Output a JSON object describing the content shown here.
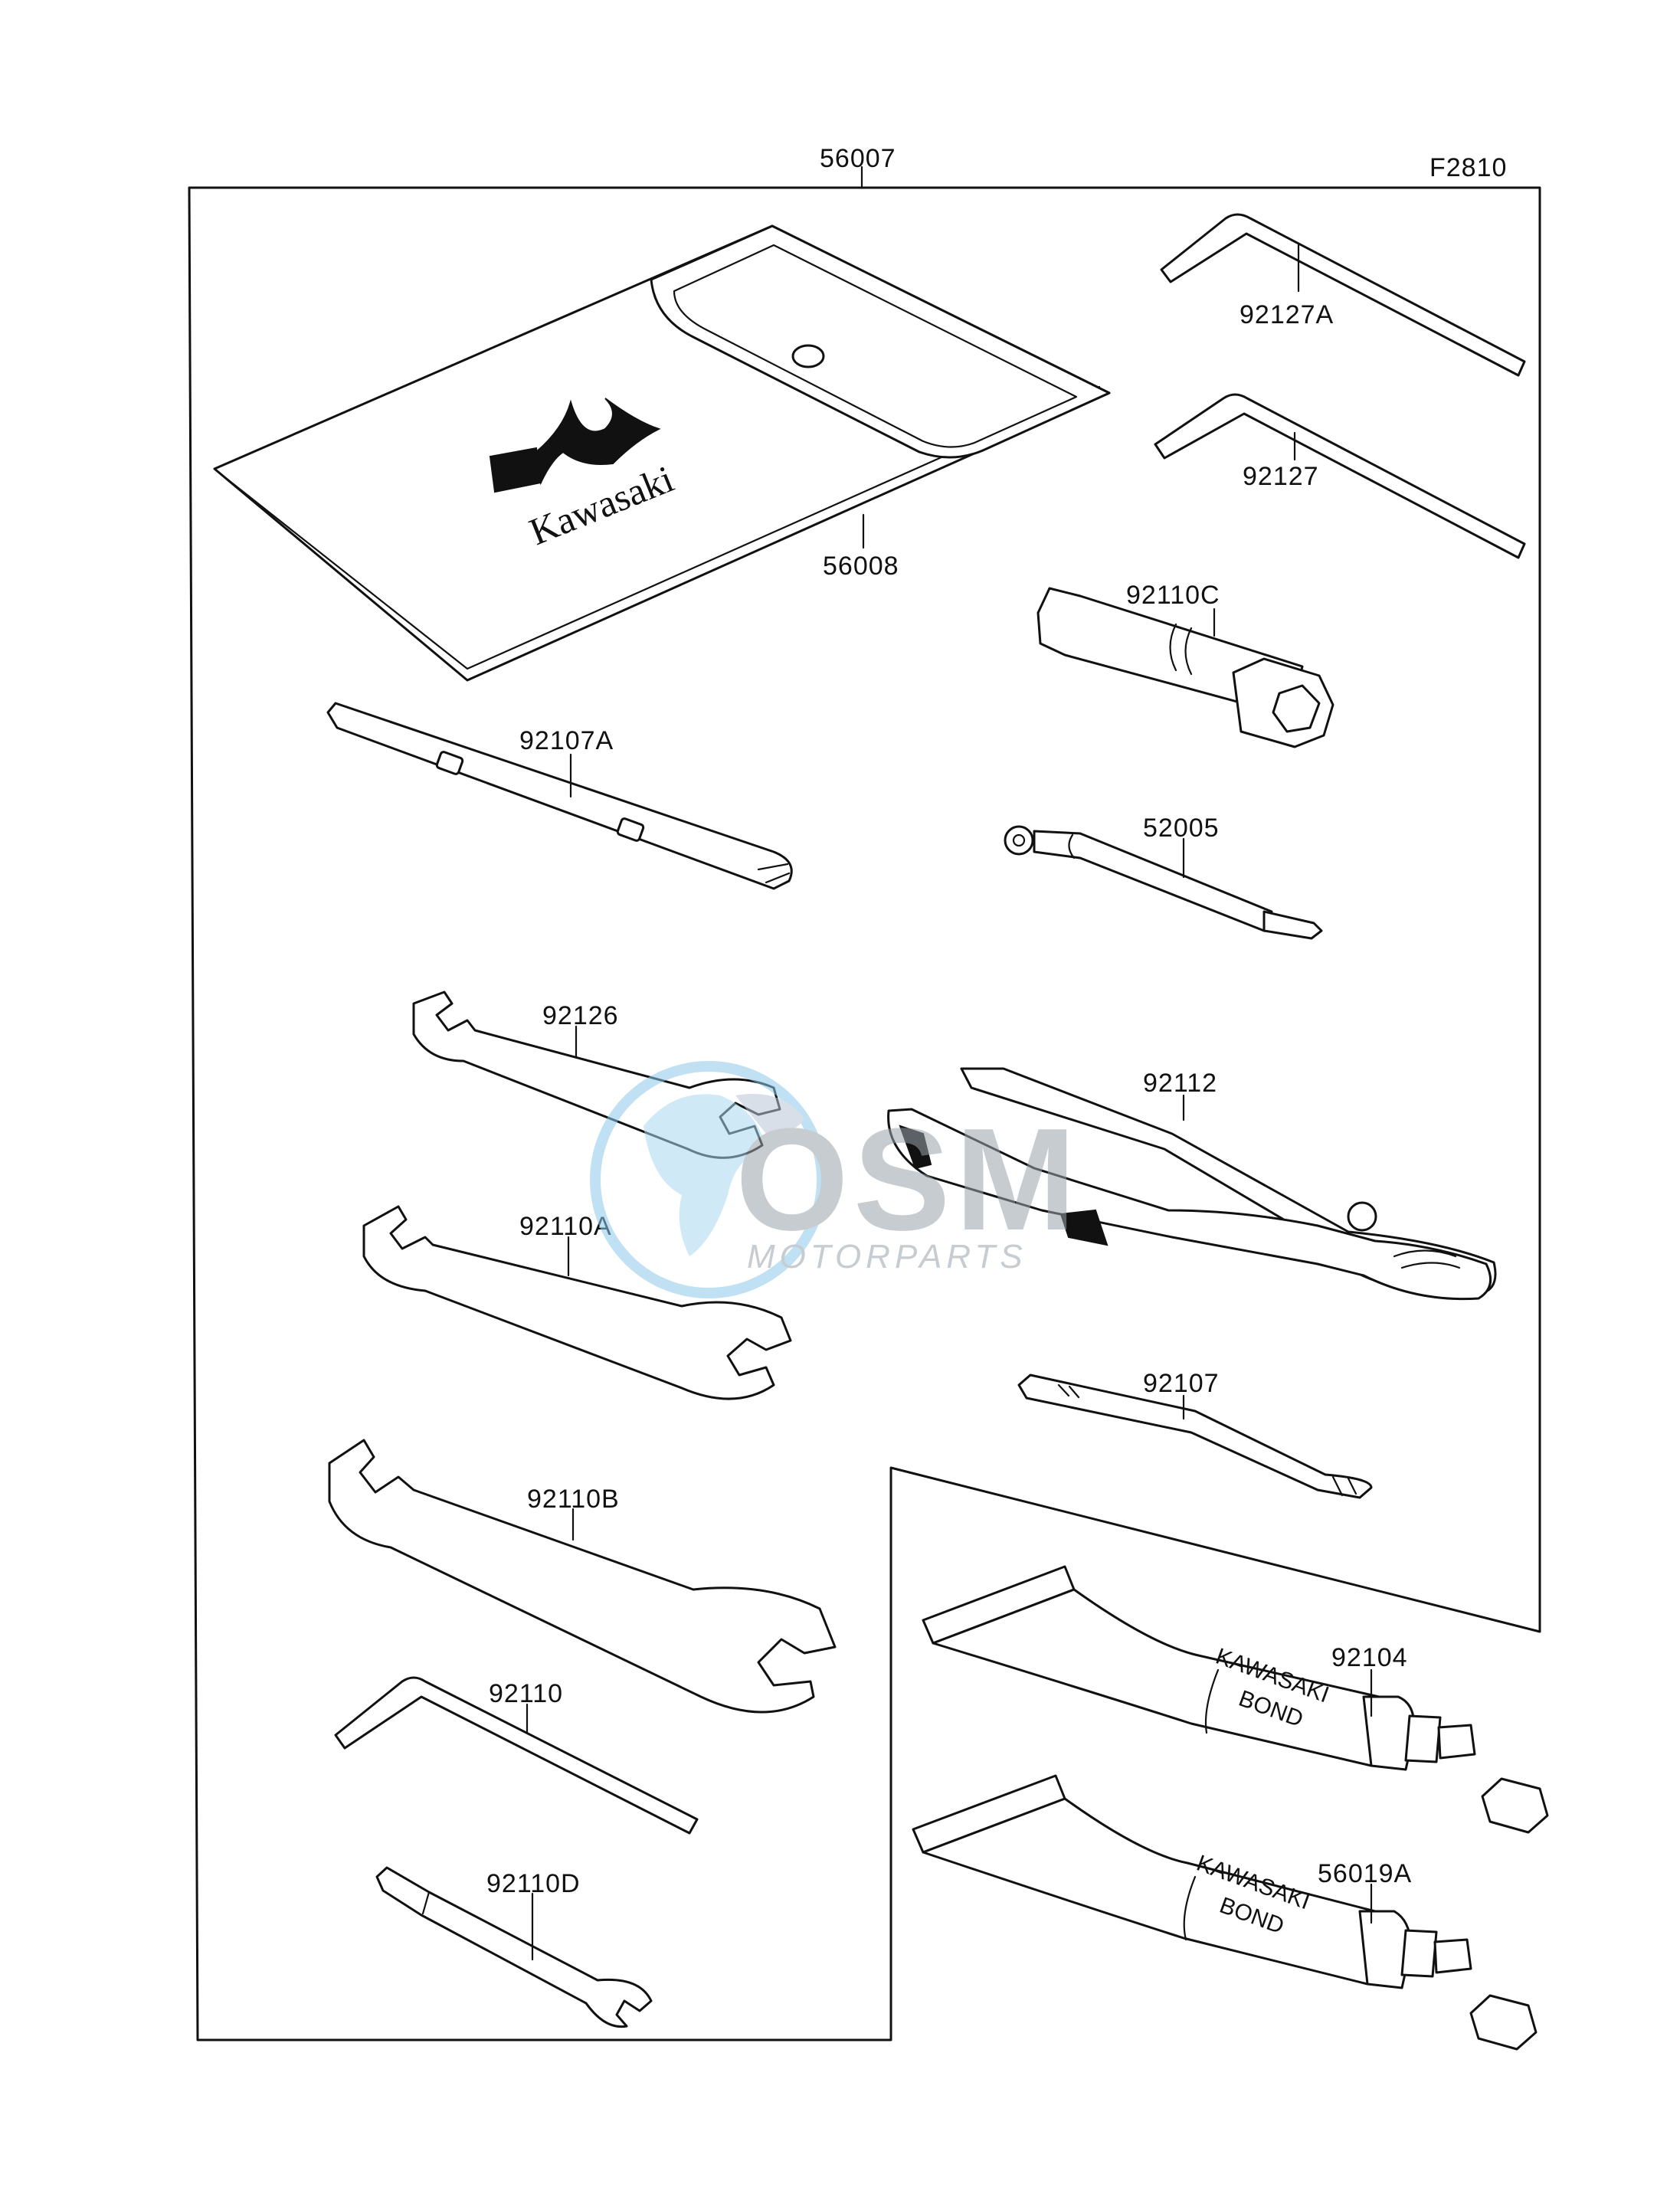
{
  "figure_code": "F2810",
  "brand_logo_text": "Kawasaki",
  "tube_print": [
    "KAWASAKI",
    "BOND"
  ],
  "watermark": {
    "logo": "OSM",
    "text": "MOTORPARTS"
  },
  "labels": {
    "p56007": "56007",
    "p56008": "56008",
    "p92127A": "92127A",
    "p92127": "92127",
    "p92110C": "92110C",
    "p92107A": "92107A",
    "p52005": "52005",
    "p92126": "92126",
    "p92112": "92112",
    "p92110A": "92110A",
    "p92107": "92107",
    "p92110B": "92110B",
    "p92104": "92104",
    "p92110": "92110",
    "p56019A": "56019A",
    "p92110D": "92110D"
  }
}
